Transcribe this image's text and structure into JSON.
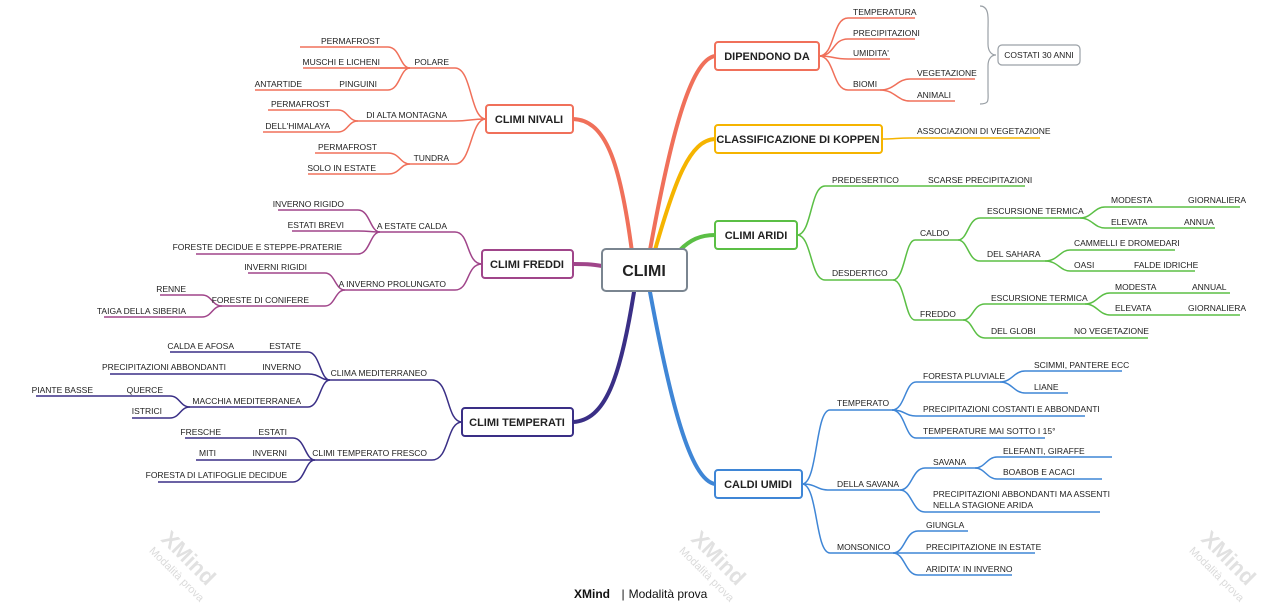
{
  "center": "CLIMI",
  "footer": {
    "brand": "XMind",
    "sep": "|",
    "mode": "Modalità prova"
  },
  "watermark": {
    "brand": "XMind",
    "mode": "Modalità prova"
  },
  "colors": {
    "nivali": "#f0705a",
    "freddi": "#a0458a",
    "temperati": "#3a2f86",
    "dipendono": "#f0705a",
    "koppen": "#f5b400",
    "aridi": "#5bbf45",
    "umidi": "#3f86d6"
  },
  "nivali": {
    "title": "CLIMI NIVALI",
    "polare": "POLARE",
    "permafrost1": "PERMAFROST",
    "muschi": "MUSCHI E LICHENI",
    "pinguini": "PINGUINI",
    "antartide": "ANTARTIDE",
    "montagna": "DI ALTA MONTAGNA",
    "permafrost2": "PERMAFROST",
    "himalaya": "DELL'HIMALAYA",
    "tundra": "TUNDRA",
    "permafrost3": "PERMAFROST",
    "solo": "SOLO IN ESTATE"
  },
  "freddi": {
    "title": "CLIMI FREDDI",
    "estate_calda": "A ESTATE CALDA",
    "inverno_rigido": "INVERNO RIGIDO",
    "estati_brevi": "ESTATI BREVI",
    "foreste_decidue": "FORESTE DECIDUE E STEPPE-PRATERIE",
    "inverno_prolungato": "A INVERNO PROLUNGATO",
    "inverni_rigidi": "INVERNI RIGIDI",
    "foreste_conifere": "FORESTE DI CONIFERE",
    "renne": "RENNE",
    "taiga": "TAIGA DELLA SIBERIA"
  },
  "temperati": {
    "title": "CLIMI TEMPERATI",
    "mediterraneo": "CLIMA MEDITERRANEO",
    "estate": "ESTATE",
    "calda_afosa": "CALDA E AFOSA",
    "inverno": "INVERNO",
    "precip_abbondanti": "PRECIPITAZIONI ABBONDANTI",
    "macchia": "MACCHIA MEDITERRANEA",
    "querce": "QUERCE",
    "piante_basse": "PIANTE BASSE",
    "istrici": "ISTRICI",
    "fresco": "CLIMI TEMPERATO FRESCO",
    "estati": "ESTATI",
    "fresche": "FRESCHE",
    "inverni": "INVERNI",
    "miti": "MITI",
    "latifoglie": "FORESTA DI LATIFOGLIE DECIDUE"
  },
  "dipendono": {
    "title": "DIPENDONO DA",
    "temperatura": "TEMPERATURA",
    "precipitazioni": "PRECIPITAZIONI",
    "umidita": "UMIDITA'",
    "biomi": "BIOMI",
    "vegetazione": "VEGETAZIONE",
    "animali": "ANIMALI",
    "costati": "COSTATI 30 ANNI"
  },
  "koppen": {
    "title": "CLASSIFICAZIONE DI KOPPEN",
    "associazioni": "ASSOCIAZIONI DI VEGETAZIONE"
  },
  "aridi": {
    "title": "CLIMI ARIDI",
    "predesertico": "PREDESERTICO",
    "scarse": "SCARSE PRECIPITAZIONI",
    "desdertico": "DESDERTICO",
    "caldo": "CALDO",
    "escursione1": "ESCURSIONE TERMICA",
    "modesta1": "MODESTA",
    "giornaliera1": "GIORNALIERA",
    "elevata1": "ELEVATA",
    "annua": "ANNUA",
    "sahara": "DEL SAHARA",
    "cammelli": "CAMMELLI E DROMEDARI",
    "oasi": "OASI",
    "falde": "FALDE IDRICHE",
    "freddo": "FREDDO",
    "escursione2": "ESCURSIONE TERMICA",
    "modesta2": "MODESTA",
    "annual": "ANNUAL",
    "elevata2": "ELEVATA",
    "giornaliera2": "GIORNALIERA",
    "globi": "DEL GLOBI",
    "no_veg": "NO VEGETAZIONE"
  },
  "umidi": {
    "title": "CALDI UMIDI",
    "temperato": "TEMPERATO",
    "foresta_pluviale": "FORESTA PLUVIALE",
    "scimmi": "SCIMMI, PANTERE ECC",
    "liane": "LIANE",
    "precip_costanti": "PRECIPITAZIONI COSTANTI E ABBONDANTI",
    "temp_mai": "TEMPERATURE MAI SOTTO I 15°",
    "savana_grp": "DELLA SAVANA",
    "savana": "SAVANA",
    "elefanti": "ELEFANTI, GIRAFFE",
    "boabob": "BOABOB E ACACI",
    "precip_ma_1": "PRECIPITAZIONI ABBONDANTI MA ASSENTI",
    "precip_ma_2": "NELLA STAGIONE ARIDA",
    "monsonico": "MONSONICO",
    "giungla": "GIUNGLA",
    "precip_estate": "PRECIPITAZIONE IN ESTATE",
    "aridita": "ARIDITA' IN INVERNO"
  }
}
